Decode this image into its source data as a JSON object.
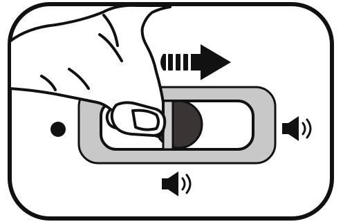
{
  "diagram": {
    "subject": "slide-switch-volume-instruction",
    "switch": {
      "state": "sliding-right",
      "left-dot": "mute-position",
      "right-icon": "speaker-icon"
    },
    "icons": [
      "arrow-right-icon",
      "dot-icon",
      "speaker-icon",
      "speaker-icon",
      "hand-icon"
    ],
    "colors": {
      "outline": "#111111",
      "slot_fill": "#c8c8c8",
      "knob": "#3a3434",
      "background": "#ffffff"
    }
  }
}
